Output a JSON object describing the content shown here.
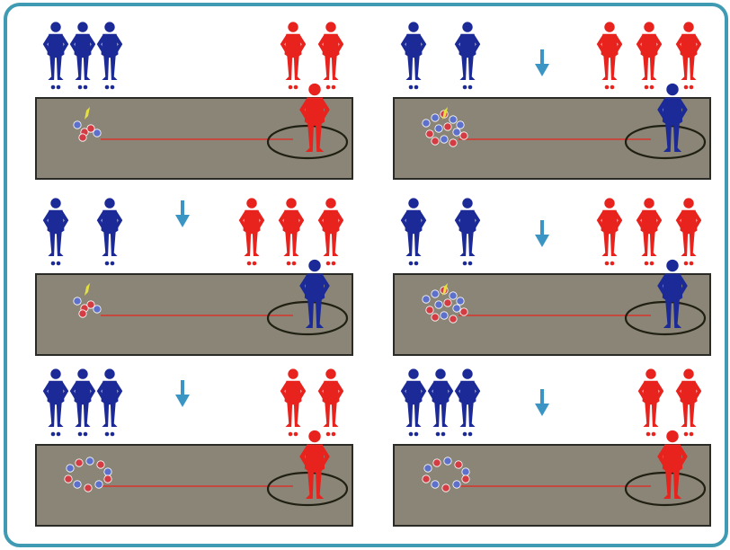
{
  "colors": {
    "frame": "#3f9bb3",
    "team_blue": "#1b2a96",
    "team_red": "#e8221d",
    "lane": "#8a8577",
    "lane_border": "#2a2a26",
    "throw_line": "#d8352a",
    "circle": "#1f1f12",
    "arrow": "#3a95c4",
    "boule_blue": "#5b6fd0",
    "boule_red": "#d83840",
    "jack": "#e4e040"
  },
  "icons": {
    "player": "standing-player-icon",
    "arrow": "down-arrow-icon",
    "boule": "boule-ball-icon",
    "jack": "jack-marker-icon"
  },
  "panels": [
    {
      "id": "p1",
      "arrow": false,
      "waiting_blue": 3,
      "waiting_red": 2,
      "thrower": "red",
      "cluster": "small"
    },
    {
      "id": "p2",
      "arrow": true,
      "waiting_blue": 2,
      "waiting_red": 3,
      "thrower": "blue",
      "cluster": "large"
    },
    {
      "id": "p3",
      "arrow": true,
      "waiting_blue": 2,
      "waiting_red": 3,
      "thrower": "blue",
      "cluster": "small"
    },
    {
      "id": "p4",
      "arrow": true,
      "waiting_blue": 2,
      "waiting_red": 3,
      "thrower": "blue",
      "cluster": "large"
    },
    {
      "id": "p5",
      "arrow": true,
      "waiting_blue": 3,
      "waiting_red": 2,
      "thrower": "red",
      "cluster": "ring"
    },
    {
      "id": "p6",
      "arrow": true,
      "waiting_blue": 3,
      "waiting_red": 2,
      "thrower": "red",
      "cluster": "ring"
    }
  ]
}
